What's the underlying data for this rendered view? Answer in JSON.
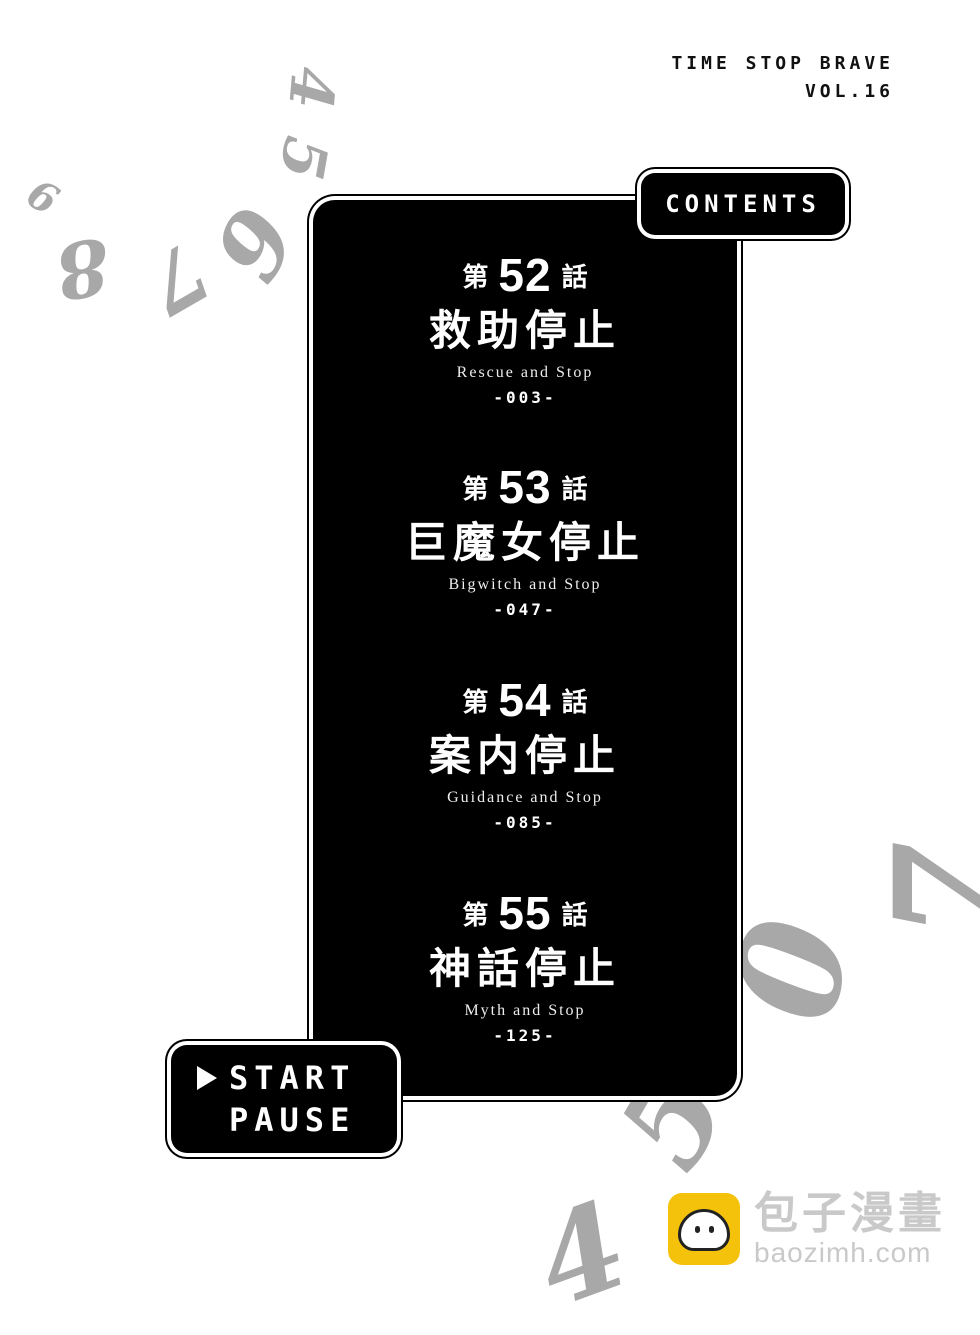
{
  "header": {
    "series_line": "TIME STOP BRAVE",
    "volume_line": "VOL.16"
  },
  "contents_label": "CONTENTS",
  "chapters": [
    {
      "prefix": "第",
      "number": "52",
      "suffix": "話",
      "title": "救助停止",
      "subtitle": "Rescue and Stop",
      "page": "-003-"
    },
    {
      "prefix": "第",
      "number": "53",
      "suffix": "話",
      "title": "巨魔女停止",
      "subtitle": "Bigwitch and Stop",
      "page": "-047-"
    },
    {
      "prefix": "第",
      "number": "54",
      "suffix": "話",
      "title": "案内停止",
      "subtitle": "Guidance and Stop",
      "page": "-085-"
    },
    {
      "prefix": "第",
      "number": "55",
      "suffix": "話",
      "title": "神話停止",
      "subtitle": "Myth and Stop",
      "page": "-125-"
    }
  ],
  "menu_box": {
    "start_label": "START",
    "pause_label": "PAUSE"
  },
  "decor_numbers": [
    "4",
    "5",
    "6",
    "7",
    "8",
    "9",
    "4",
    "5",
    "0",
    "7"
  ],
  "watermark": {
    "name": "包子漫畫",
    "url": "baozimh.com",
    "logo_color": "#f5c20b"
  }
}
